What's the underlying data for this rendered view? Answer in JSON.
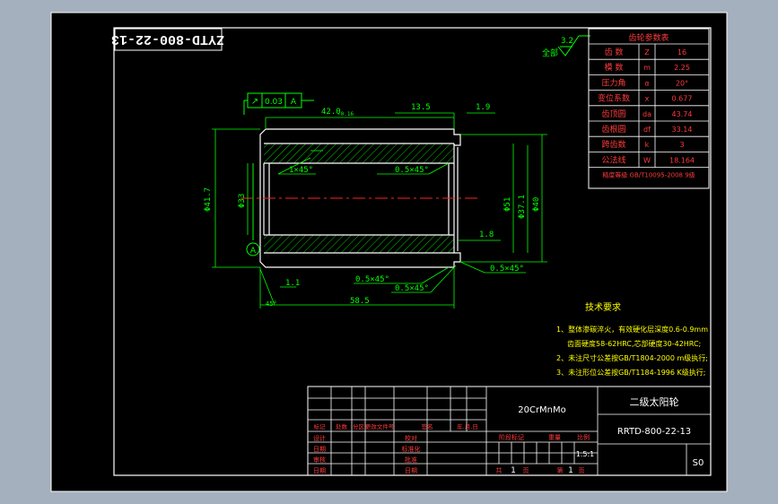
{
  "colors": {
    "window_bg": "#a4b0be",
    "paper": "#000000",
    "frame": "#ffffff",
    "part": "#ffffff",
    "dim": "#00ff00",
    "title_text": "#ffffff",
    "table_text": "#ff3b3b",
    "note_text": "#ffff00",
    "center_line": "#ff2020",
    "hatch": "#00ff00"
  },
  "drawing_number_rotated": "ZYTD-800-22-13",
  "surface_finish": {
    "value": "3.2",
    "label": "全部"
  },
  "gear_table": {
    "title": "齿轮参数表",
    "rows": [
      {
        "name": "齿 数",
        "symbol": "Z",
        "value": "16"
      },
      {
        "name": "模 数",
        "symbol": "m",
        "value": "2.25"
      },
      {
        "name": "压力角",
        "symbol": "α",
        "value": "20°"
      },
      {
        "name": "变位系数",
        "symbol": "x",
        "value": "0.677"
      },
      {
        "name": "齿顶圆",
        "symbol": "da",
        "value": "43.74"
      },
      {
        "name": "齿根圆",
        "symbol": "df",
        "value": "33.14"
      },
      {
        "name": "跨齿数",
        "symbol": "k",
        "value": "3"
      },
      {
        "name": "公法线",
        "symbol": "W",
        "value": "18.164"
      }
    ],
    "footer": "精度等级 GB/T10095-2008 9级"
  },
  "tolerance_frame": {
    "symbol": "↗",
    "value": "0.03",
    "datum": "A"
  },
  "datum_label": "A",
  "dims": {
    "top_length": "42.0",
    "top_length_tol": "-0.16",
    "step_length": "13.5",
    "chamfer_small": "1.9",
    "dia_outer_left": "Φ41.7",
    "dia_bore": "Φ33",
    "chamfer_1x45": "1×45°",
    "chamfer_05x45_top": "0.5×45°",
    "len_18": "1.8",
    "dia_51": "Φ51",
    "dia_37": "Φ37.1",
    "dia_40": "Φ40",
    "chamfer_05x45_a": "0.5×45°",
    "chamfer_05x45_b": "0.5×45°",
    "chamfer_05x45_c": "0.5×45°",
    "len_11": "1.1",
    "total_length": "58.5",
    "angle": "45°"
  },
  "notes": {
    "title": "技术要求",
    "lines": [
      "1、整体渗碳淬火，有效硬化层深度0.6-0.9mm",
      "齿面硬度58-62HRC,芯部硬度30-42HRC;",
      "2、未注尺寸公差按GB/T1804-2000 m级执行;",
      "3、未注形位公差按GB/T1184-1996 K级执行;"
    ]
  },
  "title_block": {
    "material": "20CrMnMo",
    "part_name": "二级太阳轮",
    "drawing_no": "RRTD-800-22-13",
    "rev_headers": [
      "标记",
      "处数",
      "分区",
      "更改文件号",
      "签名",
      "年.月.日"
    ],
    "left_labels": [
      "设计",
      "日期",
      "审核",
      "日期"
    ],
    "mid_labels": [
      "校对",
      "标准化",
      "批准",
      "日期"
    ],
    "stage_label": "阶段标记",
    "weight_label": "重量",
    "scale_label": "比例",
    "scale": "1.5:1",
    "total_label": "共",
    "total_value": "1",
    "total_unit": "页",
    "page_label": "第",
    "page_value": "1",
    "page_unit": "页",
    "sheet_code": "S0"
  }
}
